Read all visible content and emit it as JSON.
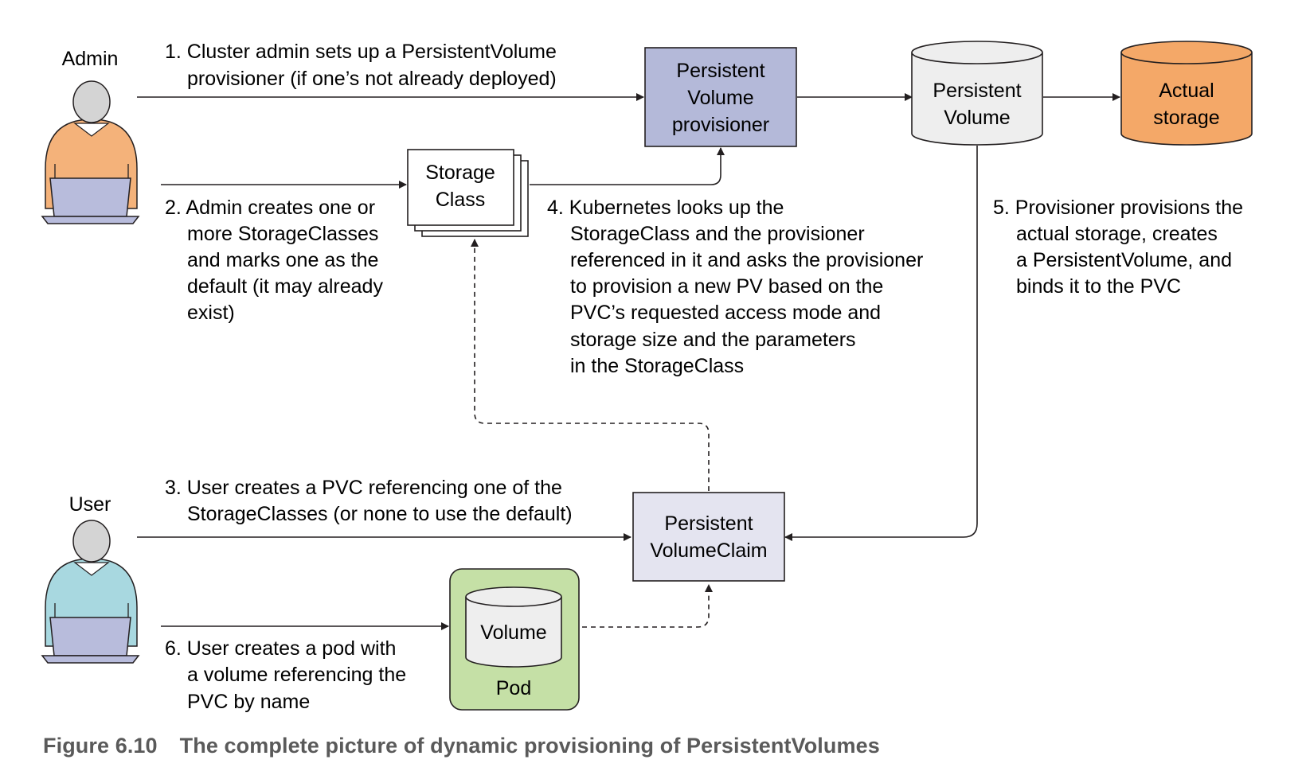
{
  "actors": {
    "admin": "Admin",
    "user": "User"
  },
  "boxes": {
    "pv_provisioner": [
      "Persistent",
      "Volume",
      "provisioner"
    ],
    "storage_class": [
      "Storage",
      "Class"
    ],
    "persistent_volume": [
      "Persistent",
      "Volume"
    ],
    "actual_storage": [
      "Actual",
      "storage"
    ],
    "pvc": [
      "Persistent",
      "VolumeClaim"
    ],
    "volume": "Volume",
    "pod": "Pod"
  },
  "steps": {
    "step1": [
      "1. Cluster admin sets up a PersistentVolume",
      "provisioner (if one’s not already deployed)"
    ],
    "step2": [
      "2. Admin creates one or",
      "more StorageClasses",
      "and marks one as the",
      "default (it may already",
      "exist)"
    ],
    "step3": [
      "3. User creates a PVC referencing one of the",
      "StorageClasses (or none to use the default)"
    ],
    "step4": [
      "4. Kubernetes looks up the",
      "StorageClass and the provisioner",
      "referenced in it and asks the provisioner",
      "to provision a new PV based on the",
      "PVC’s requested access mode and",
      "storage size and the parameters",
      "in the StorageClass"
    ],
    "step5": [
      "5. Provisioner provisions the",
      "actual storage, creates",
      "a PersistentVolume, and",
      "binds it to the PVC"
    ],
    "step6": [
      "6. User creates a pod with",
      "a volume referencing the",
      "PVC by name"
    ]
  },
  "caption": {
    "number": "Figure 6.10",
    "text": "The complete picture of dynamic provisioning of PersistentVolumes"
  },
  "colors": {
    "admin_shirt": "#f4b27a",
    "user_shirt": "#a8d8e0",
    "head": "#d4d4d4",
    "laptop": "#b8bcdc",
    "provisioner_fill": "#b4b9d9",
    "pv_fill": "#eeeeee",
    "storage_fill": "#f4a868",
    "pvc_fill": "#e4e4f0",
    "pod_fill": "#c5e0a6",
    "stroke": "#231f20"
  }
}
